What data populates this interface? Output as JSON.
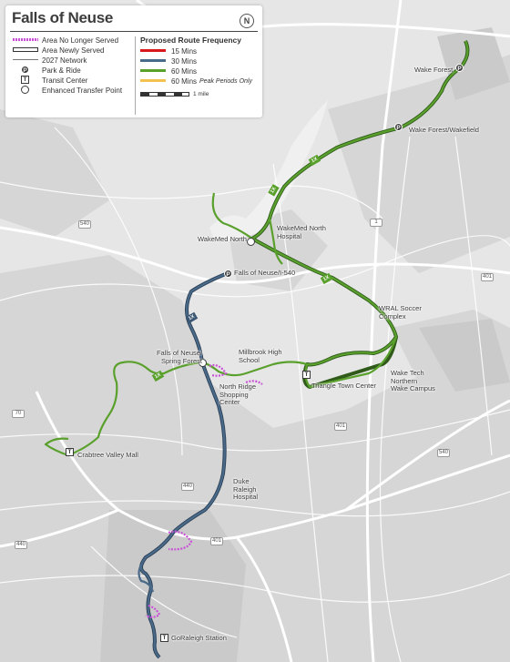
{
  "legend": {
    "title": "Falls of Neuse",
    "compass": "N",
    "items": {
      "area_no_longer": "Area No Longer Served",
      "area_newly": "Area Newly Served",
      "network_2027": "2027 Network",
      "park_ride": "Park & Ride",
      "transit_center": "Transit Center",
      "enhanced_transfer": "Enhanced Transfer Point"
    },
    "frequency_heading": "Proposed Route Frequency",
    "frequencies": {
      "f15": "15 Mins",
      "f30": "30 Mins",
      "f60": "60 Mins",
      "f60_peak": "60 Mins",
      "peak_note": "Peak Periods Only"
    },
    "scale_label": "1 mile",
    "colors": {
      "f15": "#d7191c",
      "f30": "#4a6a8a",
      "f60": "#5aa02c",
      "f60_peak": "#f2c14e",
      "no_longer": "#c94fd6"
    }
  },
  "marker_glyphs": {
    "park_ride": "P",
    "transit_center": "T"
  },
  "places": {
    "wake_forest": "Wake Forest",
    "wake_forest_wakefield": "Wake Forest/Wakefield",
    "wakemed_north_hospital": "WakeMed North Hospital",
    "wakemed_north": "WakeMed North",
    "falls_i540": "Falls of Neuse/I-540",
    "wral": "WRAL Soccer Complex",
    "millbrook": "Millbrook High School",
    "falls_spring_forest": "Falls of Neuse/ Spring Forest",
    "north_ridge": "North Ridge Shopping Center",
    "triangle_town": "Triangle Town Center",
    "wake_tech": "Wake Tech Northern Wake Campus",
    "crabtree": "Crabtree Valley Mall",
    "duke_raleigh": "Duke Raleigh Hospital",
    "goraleigh": "GoRaleigh Station"
  },
  "road_shields": {
    "s540a": "540",
    "s540b": "540",
    "s1": "1",
    "s401a": "401",
    "s401b": "401",
    "s401c": "401",
    "s440a": "440",
    "s440b": "440",
    "s70": "70"
  },
  "route_badges": {
    "b1": "1X",
    "b2": "1X",
    "b3": "1X",
    "b4": "1X",
    "b5": "1X"
  }
}
